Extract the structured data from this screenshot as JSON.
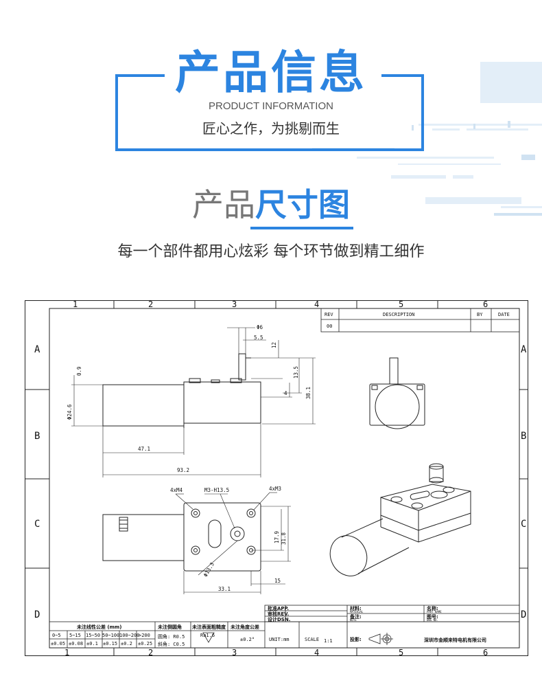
{
  "header": {
    "title": "产品信息",
    "subtitle_en": "PRODUCT INFORMATION",
    "slogan": "匠心之作，为挑剔而生"
  },
  "section": {
    "title_light": "产品",
    "title_bold": "尺寸图",
    "description": "每一个部件都用心炫彩 每个环节做到精工细作"
  },
  "colors": {
    "accent": "#2c84e0",
    "line": "#222222"
  },
  "drawing": {
    "col_numbers": [
      "1",
      "2",
      "3",
      "4",
      "5",
      "6"
    ],
    "row_letters": [
      "A",
      "B",
      "C",
      "D"
    ],
    "revision_block": {
      "headers": [
        "REV",
        "DESCRIPTION",
        "BY",
        "DATE"
      ],
      "row": [
        "00",
        "",
        "",
        ""
      ]
    },
    "dimensions": {
      "shaft_dia": "Φ6",
      "shaft_flat": "5.5",
      "shaft_len": "12",
      "d_13_5": "13.5",
      "d_38_1": "38.1",
      "d_4": "4",
      "d_0_9": "0.9",
      "motor_dia": "Φ24.6",
      "d_47_1": "47.1",
      "d_93_2": "93.2",
      "hole_m4": "4xM4",
      "thread": "M3-H13.5",
      "hole_m3": "4xM3",
      "d_17_9": "17.9",
      "d_31_8": "31.8",
      "pcd": "Φ13.3",
      "d_15": "15",
      "d_33_1": "33.1"
    },
    "tolerance_table": {
      "title": "未注线性公差 (mm)",
      "ranges": [
        "0~5",
        "5~15",
        "15~50",
        "50~100",
        "100~200",
        ">200"
      ],
      "values": [
        "±0.05",
        "±0.08",
        "±0.1",
        "±0.15",
        "±0.2",
        "±0.25"
      ]
    },
    "fillet": {
      "title": "未注倒圆角",
      "radius": "圆角: R0.5",
      "chamfer": "斜角: C0.5"
    },
    "roughness": {
      "title": "未注表面粗糙度",
      "value": "Ra1.6"
    },
    "angle_tol": {
      "title": "未注角度公差",
      "value": "±0.2°"
    },
    "unit": "UNIT:mm",
    "scale_label": "SCALE",
    "scale_value": "1:1",
    "projection_label": "投影:",
    "approvals": [
      "批准APP.",
      "审核REV.",
      "设计DSN."
    ],
    "material_cn": "材料:",
    "material_en": "MATERIAL",
    "note_cn": "备注:",
    "note_en": "NOTE",
    "name_cn": "名称:",
    "name_en": "PART NAME",
    "dwg_cn": "图号:",
    "dwg_en": "DWG NO.",
    "company": "深圳市金顺来特电机有限公司"
  }
}
